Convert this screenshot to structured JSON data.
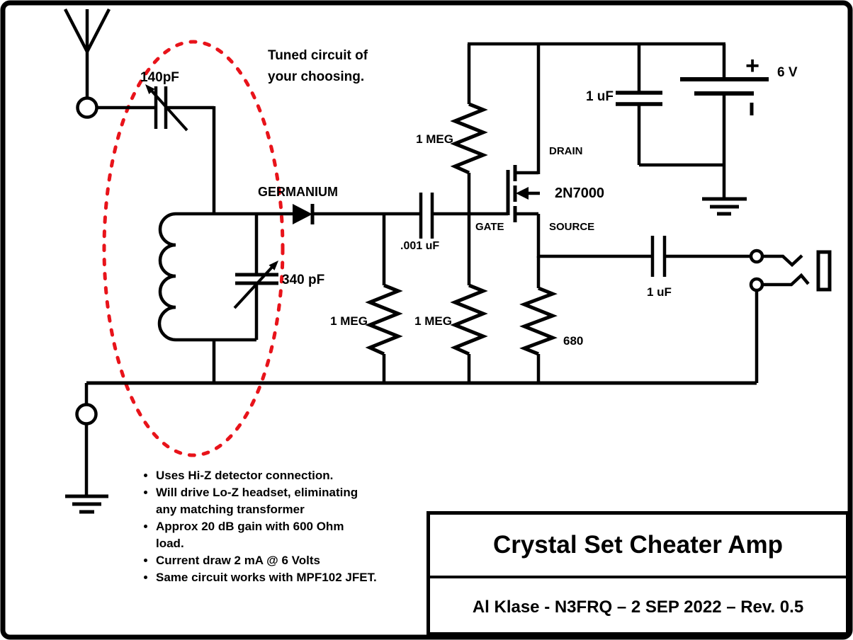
{
  "colors": {
    "ink": "#000000",
    "highlight_red": "#e8131a",
    "background": "#ffffff"
  },
  "header_note": {
    "line1": "Tuned circuit of",
    "line2": "your choosing."
  },
  "labels": {
    "antenna_cap": "140pF",
    "tuning_cap": "340 pF",
    "diode": "GERMANIUM",
    "input_cap": ".001 uF",
    "gate_pullup_resistor": "1 MEG",
    "detector_load_resistor": "1 MEG",
    "gate_resistor": "1 MEG",
    "source_resistor": "680",
    "bypass_cap": "1 uF",
    "output_cap": "1 uF",
    "battery_plus": "+",
    "battery_voltage": "6 V",
    "mosfet_part": "2N7000",
    "mosfet_gate": "GATE",
    "mosfet_drain": "DRAIN",
    "mosfet_source": "SOURCE"
  },
  "notes": {
    "items": [
      "Uses Hi-Z detector connection.",
      "Will drive Lo-Z headset, eliminating\nany matching transformer",
      "Approx 20 dB gain with 600 Ohm\nload.",
      "Current draw 2 mA @ 6 Volts",
      "Same circuit works with MPF102 JFET."
    ]
  },
  "title_block": {
    "title": "Crystal Set Cheater Amp",
    "credit": "Al Klase - N3FRQ – 2 SEP 2022 – Rev. 0.5"
  }
}
